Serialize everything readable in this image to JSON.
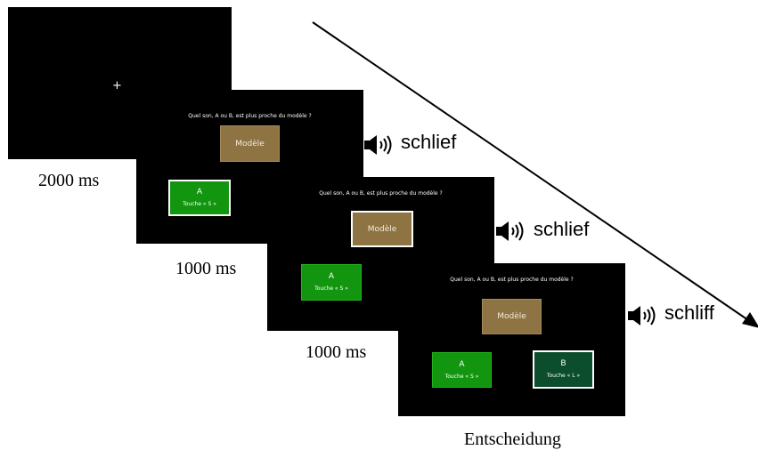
{
  "fixation": "+",
  "question": "Quel son, A ou B, est plus proche du modèle ?",
  "model_label": "Modèle",
  "key_a": {
    "letter": "A",
    "hint": "Touche « S »"
  },
  "key_b": {
    "letter": "B",
    "hint": "Touche « L »"
  },
  "durations": [
    "2000 ms",
    "1000 ms",
    "1000 ms"
  ],
  "final_label": "Entscheidung",
  "sounds": [
    "schlief",
    "schlief",
    "schliff"
  ],
  "icon": "speaker-icon"
}
